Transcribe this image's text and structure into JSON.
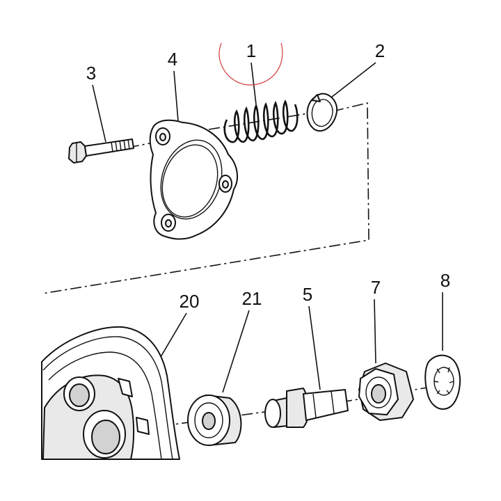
{
  "diagram": {
    "callouts": [
      {
        "id": "1",
        "label": "1"
      },
      {
        "id": "2",
        "label": "2"
      },
      {
        "id": "3",
        "label": "3"
      },
      {
        "id": "4",
        "label": "4"
      },
      {
        "id": "20",
        "label": "20"
      },
      {
        "id": "21",
        "label": "21"
      },
      {
        "id": "5",
        "label": "5"
      },
      {
        "id": "7",
        "label": "7"
      },
      {
        "id": "8",
        "label": "8"
      }
    ],
    "annotation_mark_color": "#d23a3a"
  }
}
